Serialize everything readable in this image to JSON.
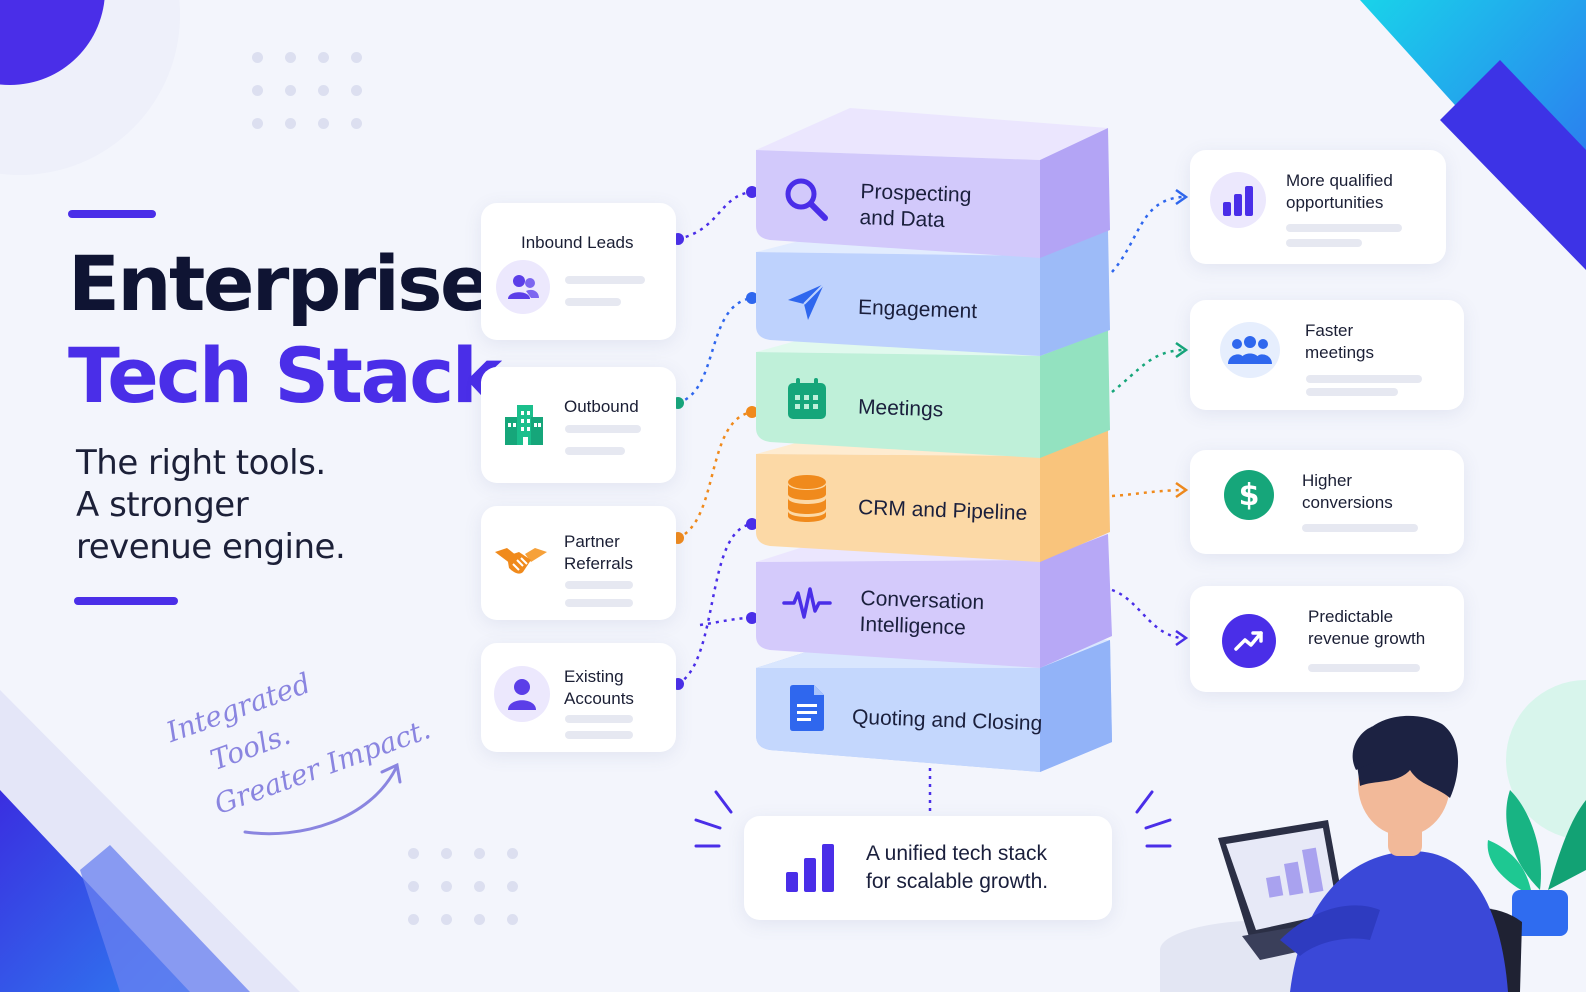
{
  "header": {
    "title_line1": "Enterprise",
    "title_line2": "Tech Stack",
    "tagline": [
      "The right tools.",
      "A stronger",
      "revenue engine."
    ]
  },
  "handwritten_note": [
    "Integrated",
    "Tools.",
    "Greater Impact."
  ],
  "inputs": [
    {
      "label": "Inbound Leads",
      "icon": "users-icon",
      "color": "#5b3ee8"
    },
    {
      "label": "Outbound",
      "icon": "building-icon",
      "color": "#16a67a"
    },
    {
      "label": "Partner\nReferrals",
      "icon": "handshake-icon",
      "color": "#f08a1c"
    },
    {
      "label": "Existing\nAccounts",
      "icon": "user-icon",
      "color": "#5b3ee8"
    }
  ],
  "stack": [
    {
      "label": "Prospecting\nand Data",
      "icon": "search-icon",
      "color": "#d9d2fb",
      "accent": "#4a2ee8"
    },
    {
      "label": "Engagement",
      "icon": "send-icon",
      "color": "#c9dafd",
      "accent": "#2f67ee"
    },
    {
      "label": "Meetings",
      "icon": "calendar-icon",
      "color": "#c8f3e0",
      "accent": "#16a67a"
    },
    {
      "label": "CRM and Pipeline",
      "icon": "database-icon",
      "color": "#fde0b5",
      "accent": "#f08a1c"
    },
    {
      "label": "Conversation\nIntelligence",
      "icon": "waveform-icon",
      "color": "#ddd5fb",
      "accent": "#4a2ee8"
    },
    {
      "label": "Quoting and Closing",
      "icon": "document-icon",
      "color": "#cbdcfd",
      "accent": "#2f67ee"
    }
  ],
  "outcomes": [
    {
      "label": "More qualified\nopportunities",
      "icon": "bar-chart-icon",
      "color": "#4a2ee8"
    },
    {
      "label": "Faster\nmeetings",
      "icon": "team-icon",
      "color": "#2f67ee"
    },
    {
      "label": "Higher\nconversions",
      "icon": "dollar-icon",
      "color": "#16a67a"
    },
    {
      "label": "Predictable\nrevenue growth",
      "icon": "trend-up-icon",
      "color": "#4a2ee8"
    }
  ],
  "summary": {
    "text": "A unified tech stack\nfor scalable growth.",
    "icon": "bar-chart-icon"
  },
  "colors": {
    "primary": "#4a2ee8",
    "dark": "#0f1433",
    "background": "#f3f5fc",
    "cyan": "#19c6e6",
    "blue": "#2f67ee"
  }
}
